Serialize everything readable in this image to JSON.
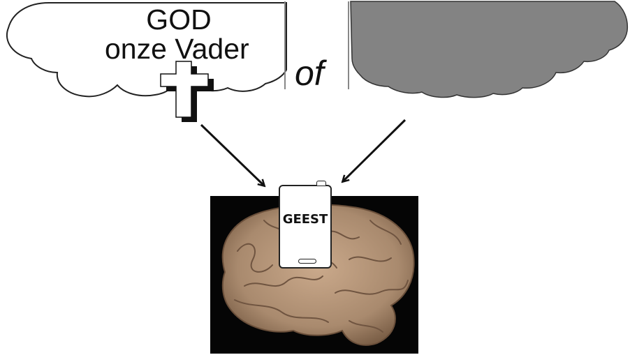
{
  "god_cloud": {
    "title": "GOD",
    "subtitle": "onze Vader",
    "icon": "cross-icon",
    "fill_color": "#ffffff"
  },
  "conjunction": "of",
  "dark_cloud": {
    "fill_color": "#838383"
  },
  "phone": {
    "label": "GEEST",
    "icon": "phone-icon"
  },
  "brain": {
    "image": "brain-photo",
    "background_color": "#050505",
    "tissue_color": "#b59a7e"
  },
  "arrows": [
    {
      "from": "cross",
      "to": "phone"
    },
    {
      "from": "dark-cloud",
      "to": "phone"
    }
  ]
}
